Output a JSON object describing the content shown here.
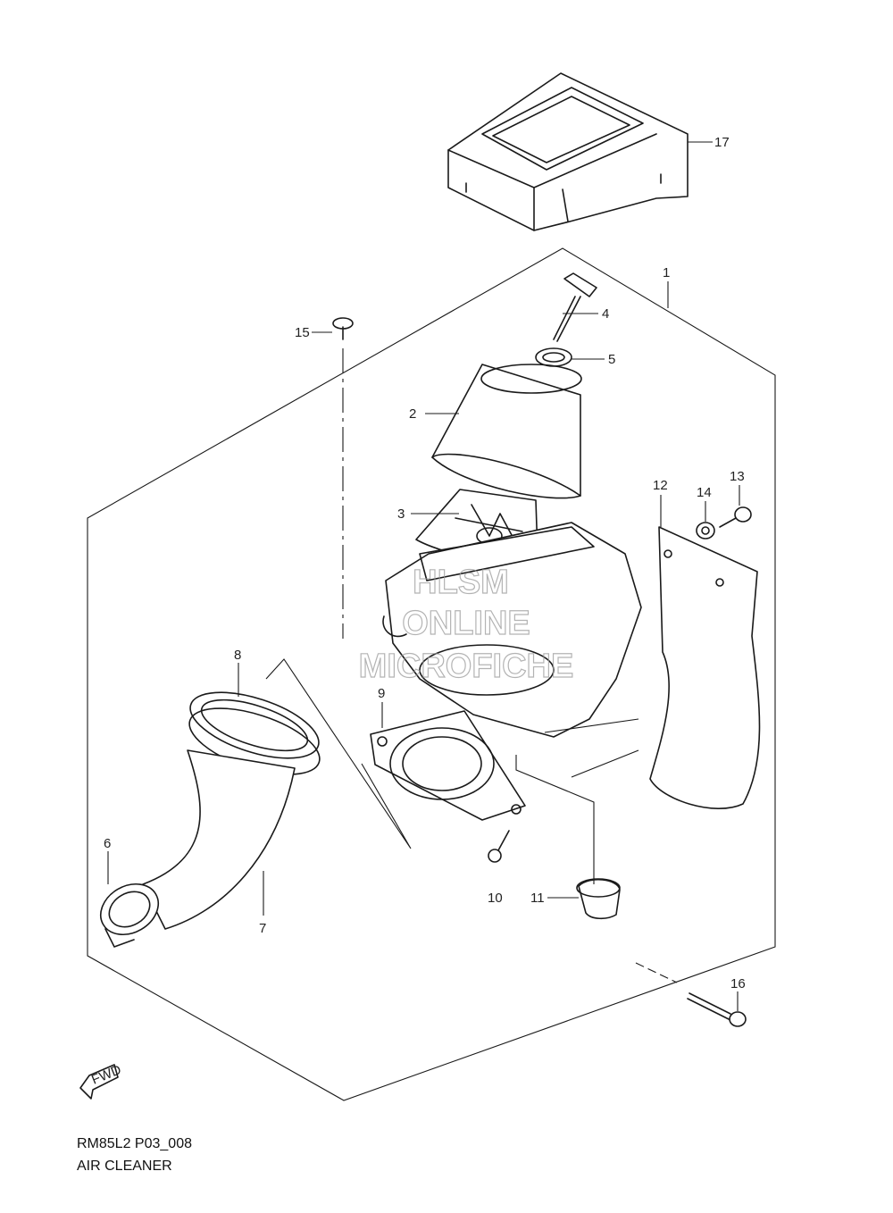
{
  "diagram": {
    "code": "RM85L2 P03_008",
    "title": "AIR CLEANER",
    "watermark": [
      "HLSM",
      "ONLINE",
      "MICROFICHE"
    ],
    "fwd_label": "FWD",
    "callouts": [
      "1",
      "2",
      "3",
      "4",
      "5",
      "6",
      "7",
      "8",
      "9",
      "10",
      "11",
      "12",
      "13",
      "14",
      "15",
      "16",
      "17"
    ]
  }
}
